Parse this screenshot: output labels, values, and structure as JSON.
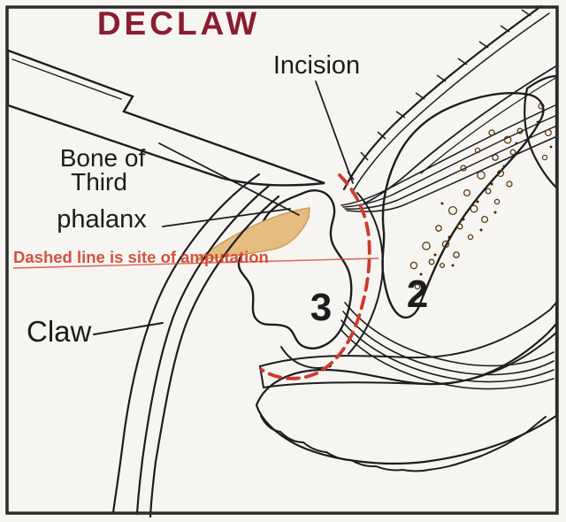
{
  "title": "DECLAW",
  "labels": {
    "incision": "Incision",
    "bone_of": "Bone of",
    "third": "Third",
    "phalanx": "phalanx",
    "claw": "Claw",
    "phalanx3_number": "3",
    "phalanx2_number": "2"
  },
  "caption": {
    "amputation_note": "Dashed line is site of amputation"
  },
  "colors": {
    "title_maroon": "#8b1c30",
    "bone_tan": "#e7bc7f",
    "amputation_red": "#d2402e",
    "line_black": "#1d1d1f",
    "background": "#f7f5f1"
  }
}
